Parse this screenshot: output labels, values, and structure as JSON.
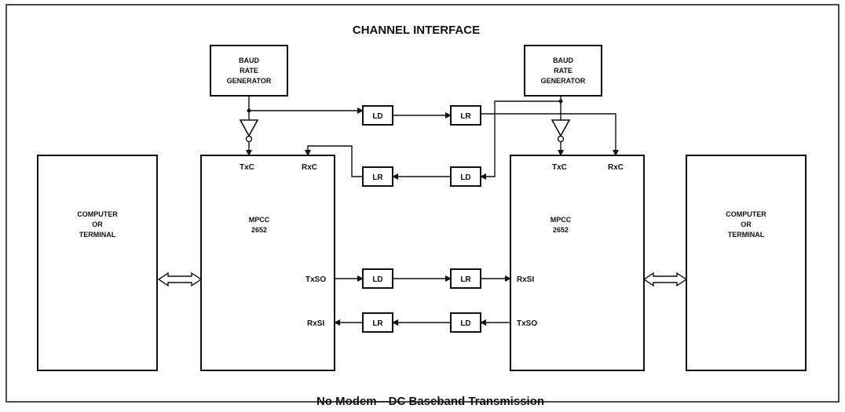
{
  "diagram": {
    "title": "CHANNEL INTERFACE",
    "caption": "No Modem—DC Baseband Transmission",
    "left": {
      "baud": [
        "BAUD",
        "RATE",
        "GENERATOR"
      ],
      "computer": [
        "COMPUTER",
        "OR",
        "TERMINAL"
      ],
      "mpcc": [
        "MPCC",
        "2652"
      ],
      "pins": {
        "txc": "TxC",
        "rxc": "RxC",
        "txso": "TxSO",
        "rxsi": "RxSI"
      }
    },
    "right": {
      "baud": [
        "BAUD",
        "RATE",
        "GENERATOR"
      ],
      "computer": [
        "COMPUTER",
        "OR",
        "TERMINAL"
      ],
      "mpcc": [
        "MPCC",
        "2652"
      ],
      "pins": {
        "txc": "TxC",
        "rxc": "RxC",
        "txso": "TxSO",
        "rxsi": "RxSI"
      }
    },
    "line_driver": "LD",
    "line_receiver": "LR"
  }
}
